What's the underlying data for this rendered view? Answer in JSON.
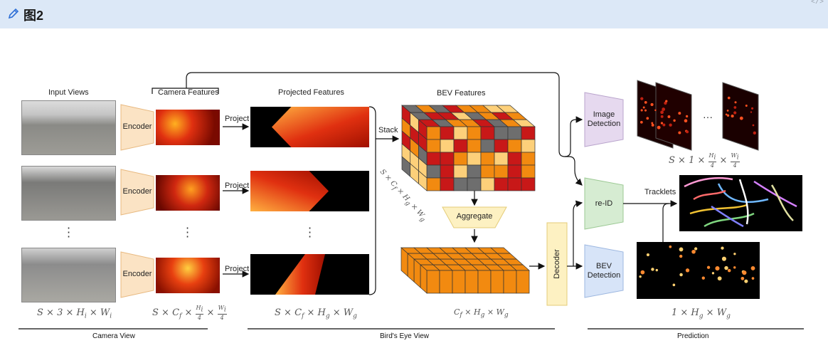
{
  "header": {
    "title": "图2",
    "code_icon": "</>"
  },
  "labels": {
    "input_views": "Input Views",
    "camera_features": "Camera Features",
    "projected_features": "Projected Features",
    "bev_features": "BEV Features",
    "encoder": "Encoder",
    "project": "Project",
    "stack": "Stack",
    "aggregate": "Aggregate",
    "decoder": "Decoder",
    "image_detection": "Image Detection",
    "re_id": "re-ID",
    "bev_detection": "BEV Detection",
    "tracklets": "Tracklets",
    "ellipsis": "···"
  },
  "sections": {
    "camera_view": "Camera View",
    "birds_eye_view": "Bird's Eye View",
    "prediction": "Prediction"
  },
  "colors": {
    "encoder": "#fbe3c4",
    "aggregate": "#fdf1c2",
    "decoder": "#fdf1c2",
    "image_detection": "#e6d9ef",
    "re_id": "#d6ecd2",
    "bev_detection": "#d7e4f8",
    "grid_orange": "#f28a10",
    "grid_red": "#c81818",
    "grid_grey": "#6e6e6e",
    "grid_yellow": "#fdd07a"
  }
}
